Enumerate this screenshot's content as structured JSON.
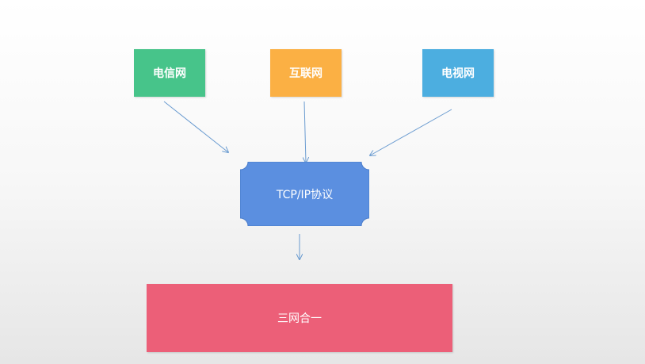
{
  "sources": [
    {
      "label": "电信网",
      "color": "#47c48a"
    },
    {
      "label": "互联网",
      "color": "#fbb044"
    },
    {
      "label": "电视网",
      "color": "#4caee0"
    }
  ],
  "protocol": {
    "label": "TCP/IP协议",
    "color": "#5b8fe0"
  },
  "result": {
    "label": "三网合一",
    "color": "#ec5f78"
  }
}
